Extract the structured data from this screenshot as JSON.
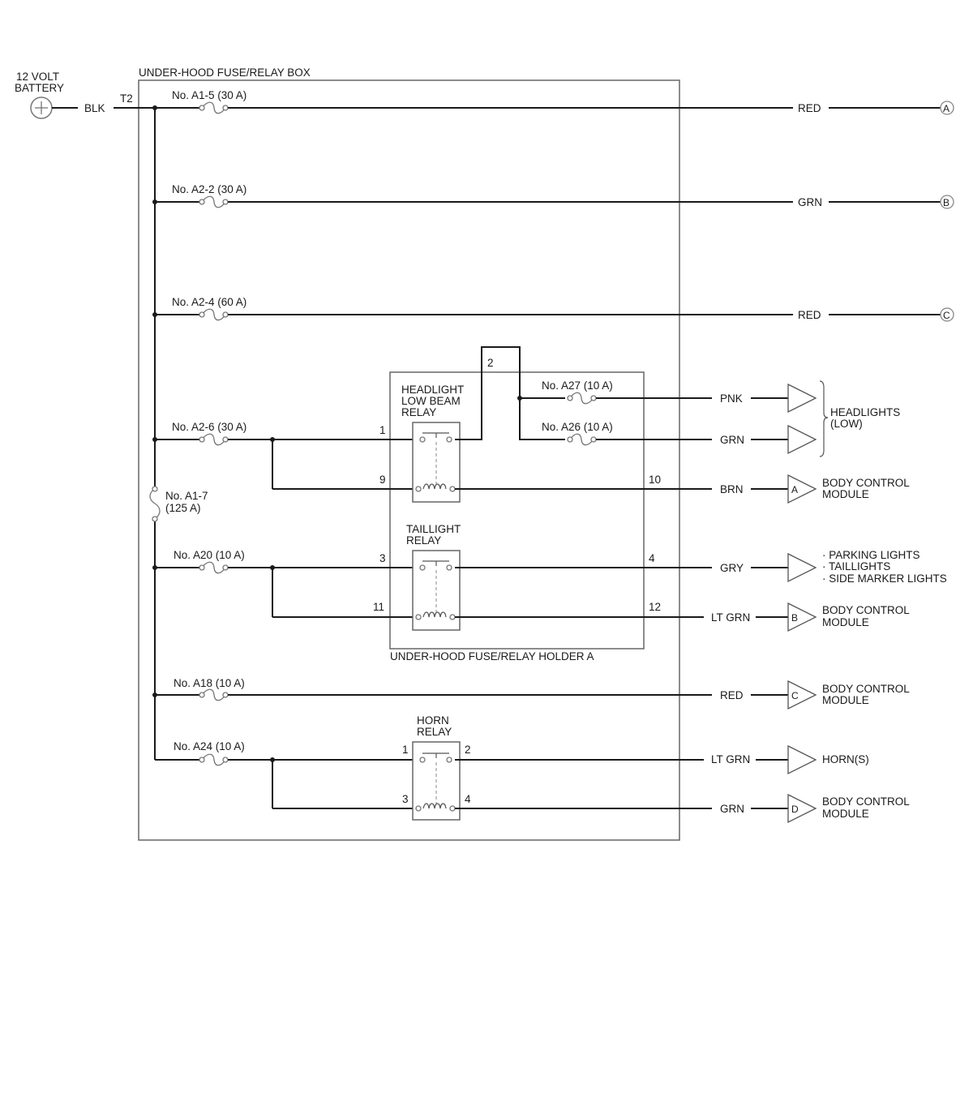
{
  "battery": {
    "line1": "12 VOLT",
    "line2": "BATTERY",
    "wire_color": "BLK",
    "terminal": "T2"
  },
  "fuse_box": {
    "title": "UNDER-HOOD FUSE/RELAY BOX"
  },
  "relay_holder": {
    "title": "UNDER-HOOD FUSE/RELAY HOLDER A"
  },
  "fuses": {
    "a1_5": "No. A1-5 (30 A)",
    "a2_2": "No. A2-2 (30 A)",
    "a2_4": "No. A2-4 (60 A)",
    "a2_6": "No. A2-6 (30 A)",
    "a27": "No. A27 (10 A)",
    "a26": "No. A26 (10 A)",
    "a1_7_line1": "No. A1-7",
    "a1_7_line2": "(125 A)",
    "a20": "No. A20 (10 A)",
    "a18": "No. A18 (10 A)",
    "a24": "No. A24 (10 A)"
  },
  "relays": {
    "headlight_line1": "HEADLIGHT",
    "headlight_line2": "LOW BEAM",
    "headlight_line3": "RELAY",
    "taillight_line1": "TAILLIGHT",
    "taillight_line2": "RELAY",
    "horn_line1": "HORN",
    "horn_line2": "RELAY"
  },
  "pins": {
    "hl_1": "1",
    "hl_2": "2",
    "hl_9": "9",
    "hl_10": "10",
    "tl_3": "3",
    "tl_4": "4",
    "tl_11": "11",
    "tl_12": "12",
    "hr_1": "1",
    "hr_2": "2",
    "hr_3": "3",
    "hr_4": "4"
  },
  "wire_colors": {
    "a": "RED",
    "b": "GRN",
    "c": "RED",
    "pnk": "PNK",
    "grn_low": "GRN",
    "brn": "BRN",
    "gry": "GRY",
    "lt_grn_bcm": "LT GRN",
    "red_bcm": "RED",
    "lt_grn_horn": "LT GRN",
    "grn_bcm": "GRN"
  },
  "connectors": {
    "a": "A",
    "b": "B",
    "c": "C"
  },
  "bcm_pins": {
    "a": "A",
    "b": "B",
    "c": "C",
    "d": "D"
  },
  "loads": {
    "headlights_line1": "HEADLIGHTS",
    "headlights_line2": "(LOW)",
    "bcm_line1": "BODY CONTROL",
    "bcm_line2": "MODULE",
    "lights_1": "· PARKING LIGHTS",
    "lights_2": "· TAILLIGHTS",
    "lights_3": "· SIDE MARKER LIGHTS",
    "horns": "HORN(S)"
  }
}
